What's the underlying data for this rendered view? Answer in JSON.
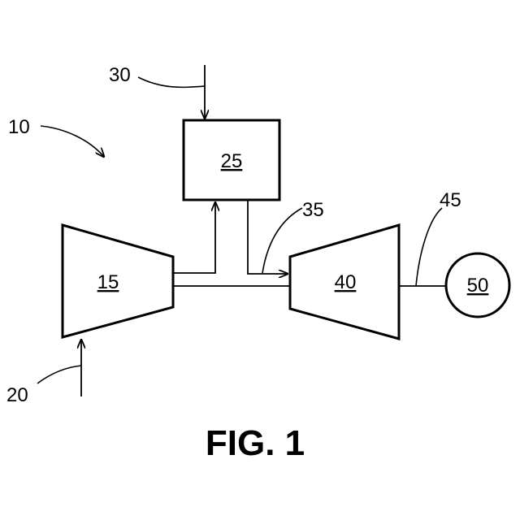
{
  "figure": {
    "caption": "FIG. 1"
  },
  "components": {
    "compressor": "15",
    "combustor": "25",
    "turbine": "40",
    "load": "50"
  },
  "references": {
    "system": "10",
    "inlet_air": "20",
    "fuel": "30",
    "combustion_gas": "35",
    "shaft": "45"
  }
}
